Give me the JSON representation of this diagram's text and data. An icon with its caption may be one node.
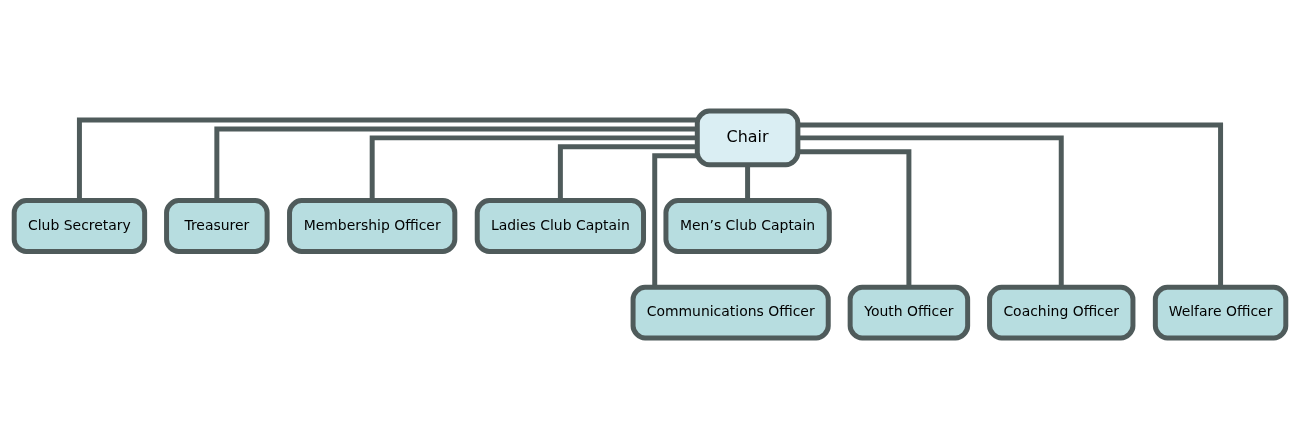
{
  "diagram": {
    "nodes": [
      {
        "text": [
          "Chair"
        ]
      },
      {
        "text": [
          "Club Secretary"
        ]
      },
      {
        "text": [
          "Treasurer"
        ]
      },
      {
        "text": [
          "Membership Officer"
        ]
      },
      {
        "text": [
          "Ladies Club Captain"
        ]
      },
      {
        "text": [
          "Men’s Club Captain"
        ]
      },
      {
        "text": [
          "Communications Officer"
        ]
      },
      {
        "text": [
          "Youth Officer"
        ]
      },
      {
        "text": [
          "Coaching Officer"
        ]
      },
      {
        "text": [
          "Welfare Officer"
        ]
      }
    ],
    "edges": [
      {
        "from": 0,
        "to": 1,
        "arrow": "none"
      },
      {
        "from": 0,
        "to": 2,
        "arrow": "none"
      },
      {
        "from": 0,
        "to": 3,
        "arrow": "none"
      },
      {
        "from": 0,
        "to": 4,
        "arrow": "none"
      },
      {
        "from": 0,
        "to": 5,
        "arrow": "none"
      },
      {
        "from": 0,
        "to": 6,
        "arrow": "none"
      },
      {
        "from": 0,
        "to": 7,
        "arrow": "none"
      },
      {
        "from": 0,
        "to": 8,
        "arrow": "none"
      },
      {
        "from": 0,
        "to": 9,
        "arrow": "none"
      }
    ]
  }
}
